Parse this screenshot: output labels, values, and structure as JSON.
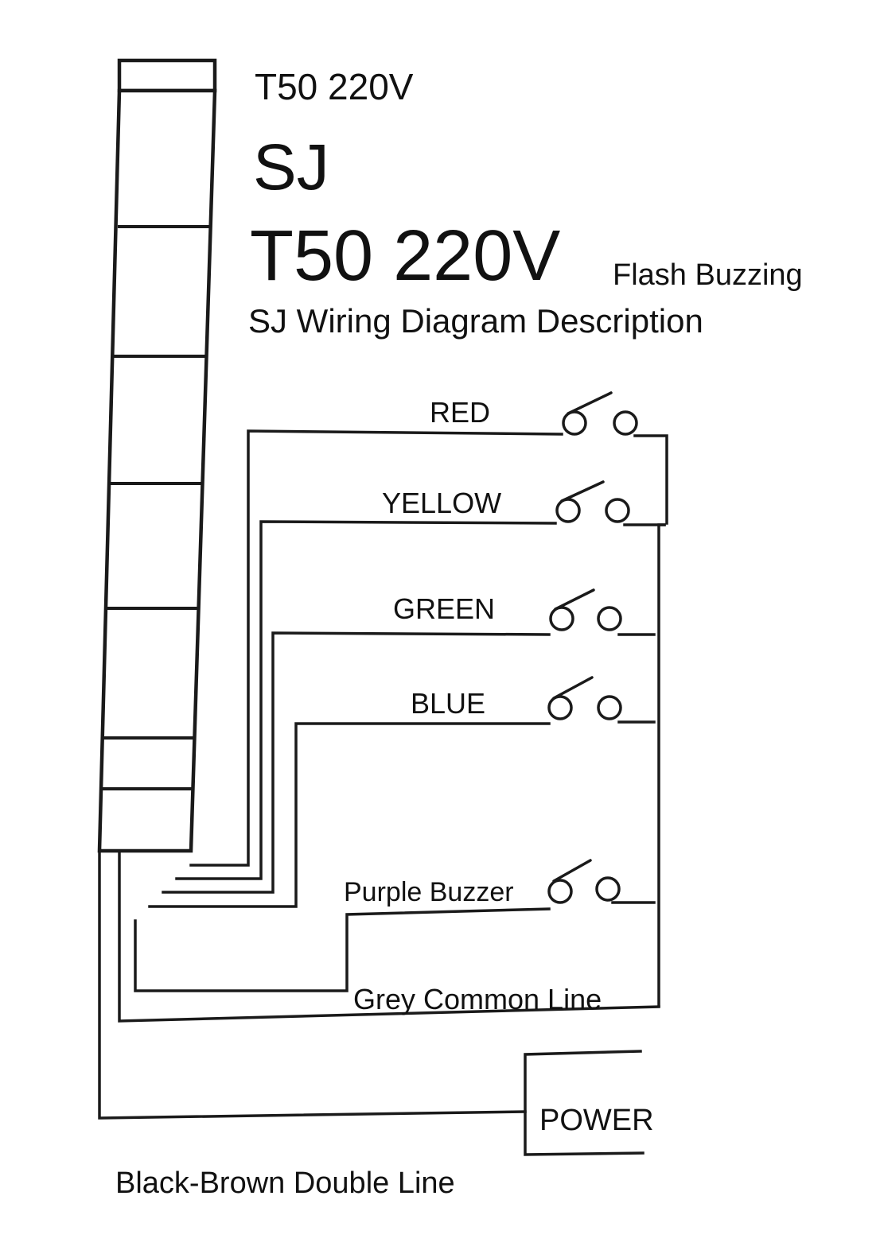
{
  "heading": {
    "model_small": "T50 220V",
    "brand": "SJ",
    "model_large": "T50 220V",
    "mode": "Flash Buzzing",
    "description": "SJ Wiring Diagram Description"
  },
  "wires": {
    "red": "RED",
    "yellow": "YELLOW",
    "green": "GREEN",
    "blue": "BLUE",
    "buzzer": "Purple Buzzer",
    "common": "Grey Common Line"
  },
  "power": {
    "label": "POWER",
    "line_label": "Black-Brown Double Line"
  }
}
